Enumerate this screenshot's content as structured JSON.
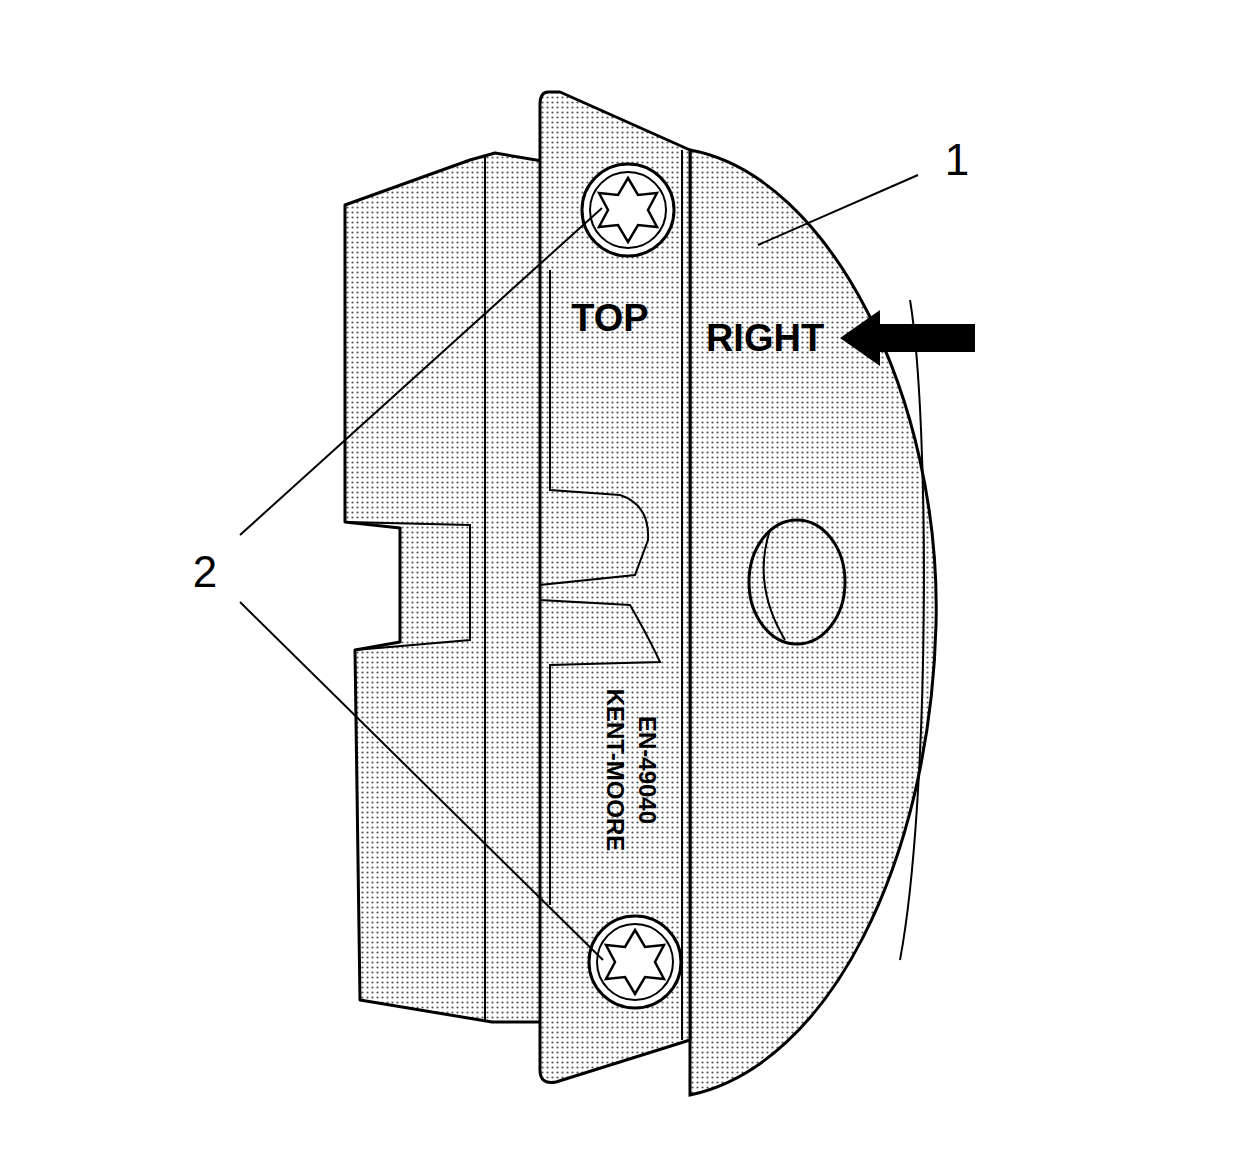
{
  "diagram": {
    "labels": [
      "1",
      "2",
      "TOP",
      "RIGHT",
      "KENT-MOORE",
      "EN-49040"
    ]
  }
}
